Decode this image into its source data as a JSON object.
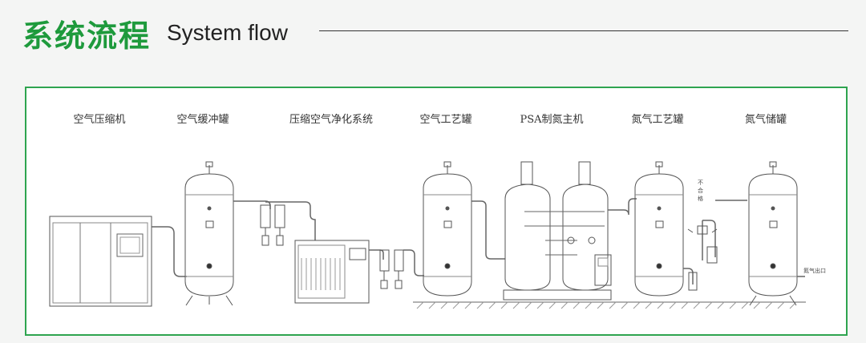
{
  "header": {
    "title_cn": "系统流程",
    "title_en": "System flow"
  },
  "colors": {
    "accent": "#1e9a3c",
    "frame": "#2ea44f"
  },
  "components": [
    {
      "id": "air-compressor",
      "label": "空气压缩机"
    },
    {
      "id": "air-buffer-tank",
      "label": "空气缓冲罐"
    },
    {
      "id": "air-purification-system",
      "label": "压缩空气净化系统"
    },
    {
      "id": "air-process-tank",
      "label": "空气工艺罐"
    },
    {
      "id": "psa-nitrogen-generator",
      "label": "PSA制氮主机"
    },
    {
      "id": "nitrogen-process-tank",
      "label": "氮气工艺罐"
    },
    {
      "id": "nitrogen-storage-tank",
      "label": "氮气储罐"
    }
  ],
  "annotations": {
    "unqualified": "不合格",
    "nitrogen_outlet": "氮气出口"
  }
}
